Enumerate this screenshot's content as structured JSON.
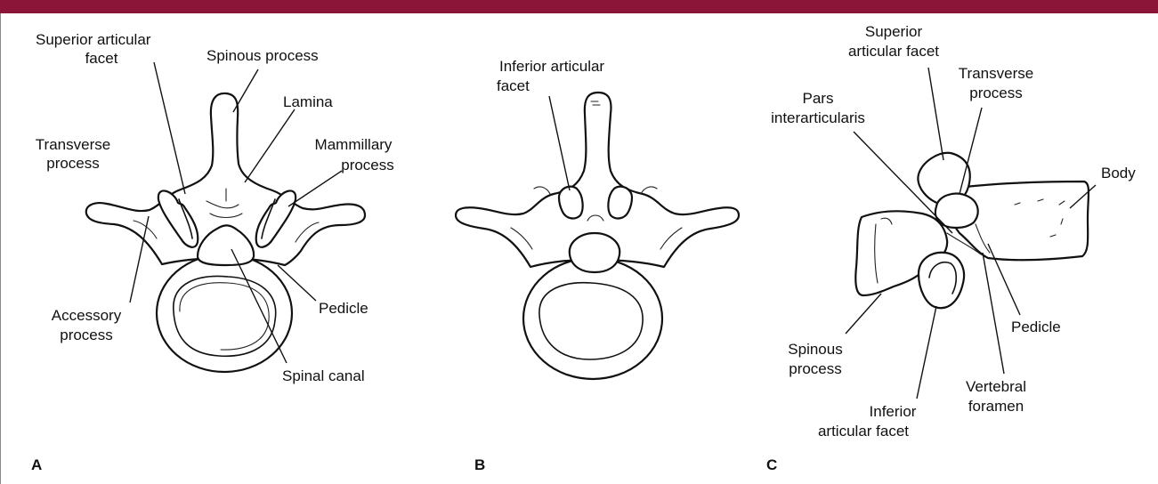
{
  "colors": {
    "top_bar": "#8b1538",
    "line": "#111111",
    "background": "#ffffff"
  },
  "panels": {
    "a": {
      "letter": "A",
      "labels": {
        "superior_articular_facet_1": "Superior articular",
        "superior_articular_facet_2": "facet",
        "spinous_process": "Spinous process",
        "lamina": "Lamina",
        "transverse_process_1": "Transverse",
        "transverse_process_2": "process",
        "mammillary_process_1": "Mammillary",
        "mammillary_process_2": "process",
        "accessory_process_1": "Accessory",
        "accessory_process_2": "process",
        "pedicle": "Pedicle",
        "spinal_canal": "Spinal canal"
      }
    },
    "b": {
      "letter": "B",
      "labels": {
        "inferior_articular_facet_1": "Inferior articular",
        "inferior_articular_facet_2": "facet"
      }
    },
    "c": {
      "letter": "C",
      "labels": {
        "superior_articular_facet_1": "Superior",
        "superior_articular_facet_2": "articular facet",
        "transverse_process_1": "Transverse",
        "transverse_process_2": "process",
        "pars_1": "Pars",
        "pars_2": "interarticularis",
        "body": "Body",
        "pedicle": "Pedicle",
        "spinous_process_1": "Spinous",
        "spinous_process_2": "process",
        "vertebral_foramen_1": "Vertebral",
        "vertebral_foramen_2": "foramen",
        "inferior_articular_facet_1": "Inferior",
        "inferior_articular_facet_2": "articular facet"
      }
    }
  }
}
